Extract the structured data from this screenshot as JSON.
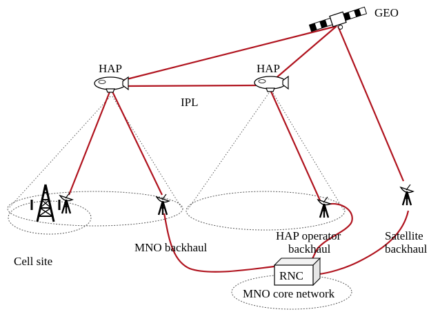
{
  "nodes": {
    "geo": "GEO",
    "hap_left": "HAP",
    "hap_right": "HAP",
    "ipl": "IPL",
    "cell_site": "Cell site",
    "mno_backhaul": "MNO backhaul",
    "hap_operator_backhaul_1": "HAP operator",
    "hap_operator_backhaul_2": "backhaul",
    "satellite_backhaul_1": "Satellite",
    "satellite_backhaul_2": "backhaul",
    "rnc": "RNC",
    "mno_core_network": "MNO core network"
  },
  "colors": {
    "link": "#b0131e",
    "outline": "#000000",
    "coverage": "#555555"
  }
}
